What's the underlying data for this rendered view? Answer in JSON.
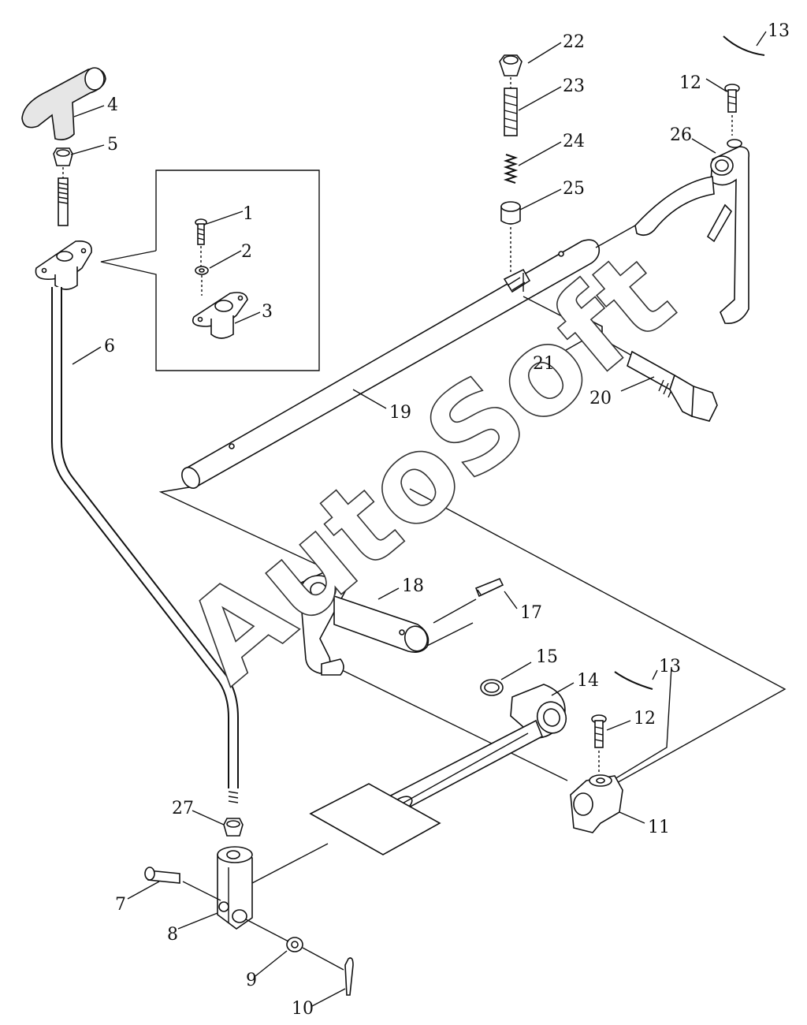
{
  "watermark": "AutoSoft",
  "callouts": [
    {
      "id": "c1",
      "label": "1"
    },
    {
      "id": "c2",
      "label": "2"
    },
    {
      "id": "c3",
      "label": "3"
    },
    {
      "id": "c4",
      "label": "4"
    },
    {
      "id": "c5",
      "label": "5"
    },
    {
      "id": "c6",
      "label": "6"
    },
    {
      "id": "c7",
      "label": "7"
    },
    {
      "id": "c8",
      "label": "8"
    },
    {
      "id": "c9",
      "label": "9"
    },
    {
      "id": "c10",
      "label": "10"
    },
    {
      "id": "c11",
      "label": "11"
    },
    {
      "id": "c12a",
      "label": "12"
    },
    {
      "id": "c12b",
      "label": "12"
    },
    {
      "id": "c13a",
      "label": "13"
    },
    {
      "id": "c13b",
      "label": "13"
    },
    {
      "id": "c14",
      "label": "14"
    },
    {
      "id": "c15",
      "label": "15"
    },
    {
      "id": "c17",
      "label": "17"
    },
    {
      "id": "c18",
      "label": "18"
    },
    {
      "id": "c19",
      "label": "19"
    },
    {
      "id": "c20",
      "label": "20"
    },
    {
      "id": "c21",
      "label": "21"
    },
    {
      "id": "c22",
      "label": "22"
    },
    {
      "id": "c23",
      "label": "23"
    },
    {
      "id": "c24",
      "label": "24"
    },
    {
      "id": "c25",
      "label": "25"
    },
    {
      "id": "c26",
      "label": "26"
    },
    {
      "id": "c27",
      "label": "27"
    }
  ]
}
